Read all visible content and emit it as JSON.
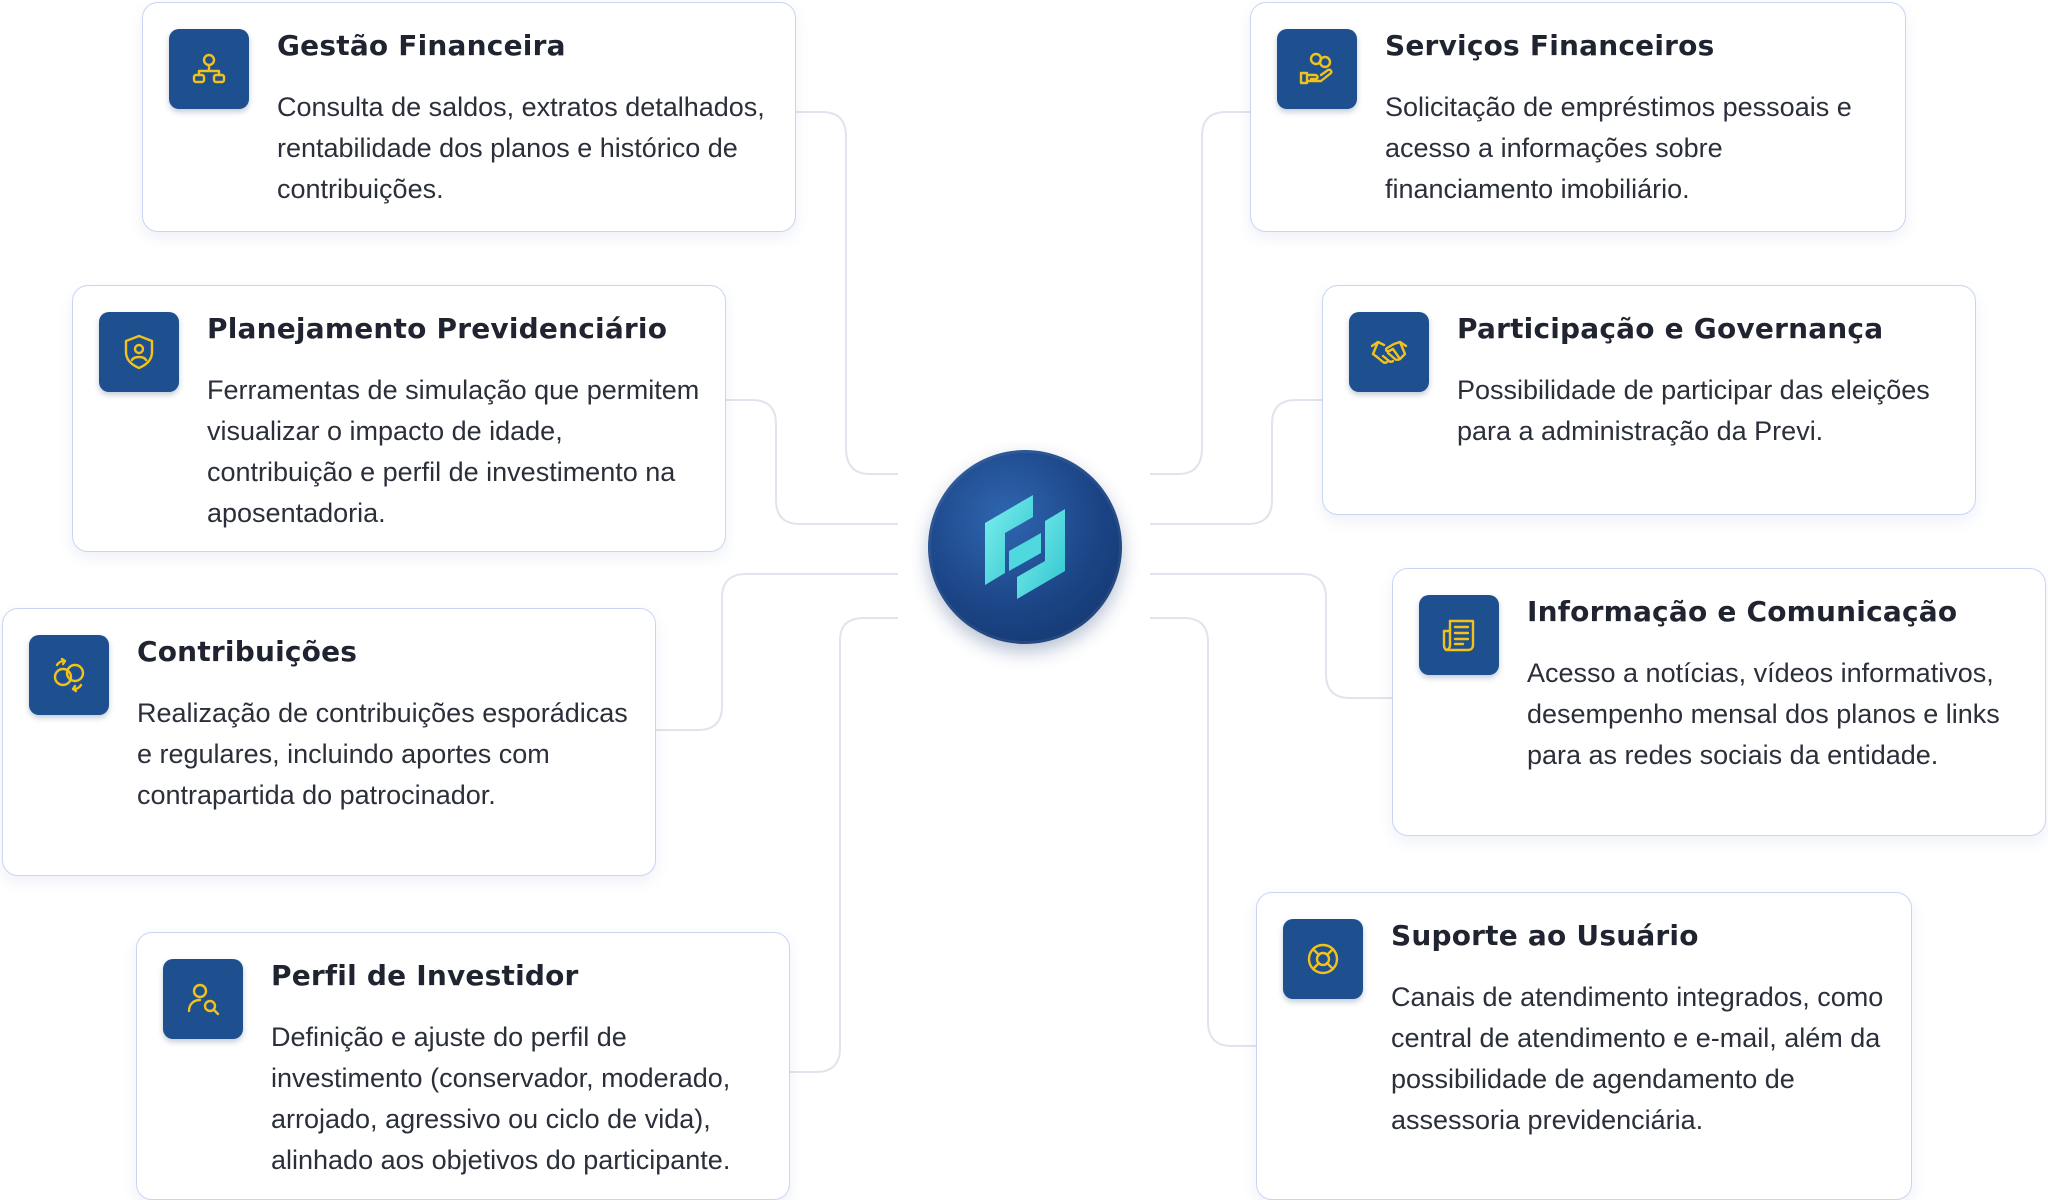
{
  "accent": "#1e4f8f",
  "icon_color": "#f2c21b",
  "hub": {
    "icon": "previ-logo-icon"
  },
  "cards": {
    "gestao": {
      "icon": "org-chart-icon",
      "title": "Gestão Financeira",
      "desc": "Consulta de saldos, extratos detalhados, rentabilidade dos planos e histórico de contribuições."
    },
    "planejamento": {
      "icon": "shield-user-icon",
      "title": "Planejamento Previdenciário",
      "desc": "Ferramentas de simulação que permitem visualizar o impacto de idade, contribuição e perfil de investimento na aposentadoria."
    },
    "contribuicoes": {
      "icon": "coins-exchange-icon",
      "title": "Contribuições",
      "desc": "Realização de contribuições esporádicas e regulares, incluindo aportes com contrapartida do patrocinador."
    },
    "perfil": {
      "icon": "user-search-icon",
      "title": "Perfil de Investidor",
      "desc": "Definição e ajuste do perfil de investimento (conservador, moderado, arrojado, agressivo ou ciclo de vida), alinhado aos objetivos do participante."
    },
    "servicos": {
      "icon": "hand-coins-icon",
      "title": "Serviços Financeiros",
      "desc": "Solicitação de empréstimos pessoais e acesso a informações sobre financiamento imobiliário."
    },
    "participacao": {
      "icon": "handshake-icon",
      "title": "Participação e Governança",
      "desc": "Possibilidade de participar das eleições para a administração da Previ."
    },
    "informacao": {
      "icon": "newspaper-icon",
      "title": "Informação e Comunicação",
      "desc": "Acesso a notícias, vídeos informativos, desempenho mensal dos planos e links para as redes sociais da entidade."
    },
    "suporte": {
      "icon": "lifebuoy-icon",
      "title": "Suporte ao Usuário",
      "desc": "Canais de atendimento integrados, como central de atendimento e e-mail, além da possibilidade de agendamento de assessoria previdenciária."
    }
  }
}
